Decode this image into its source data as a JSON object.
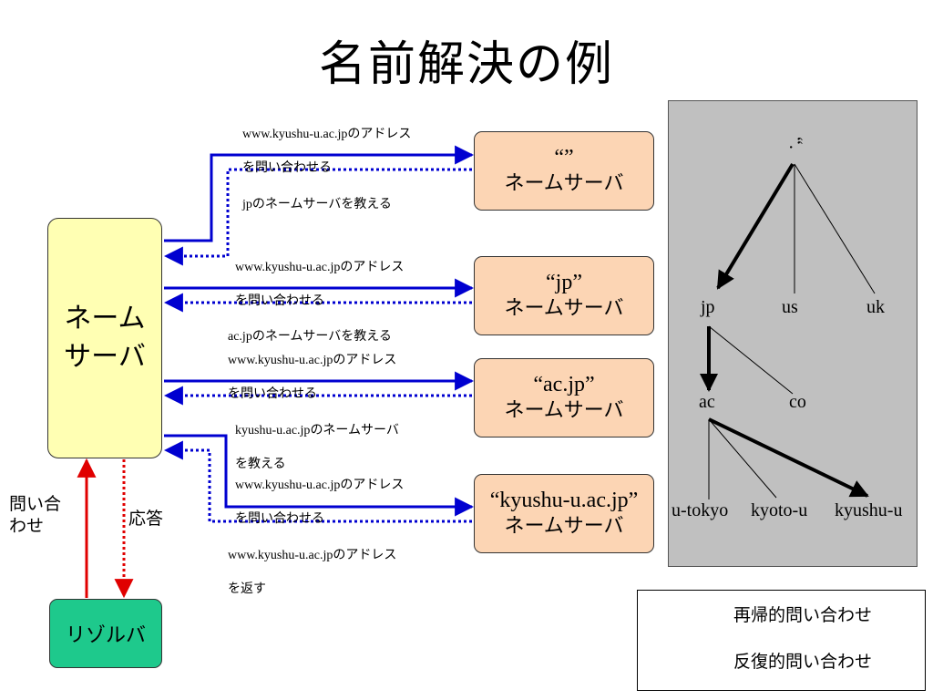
{
  "title": "名前解決の例",
  "name_server_main": {
    "line1": "ネーム",
    "line2": "サーバ"
  },
  "resolver": {
    "label": "リゾルバ"
  },
  "servers": [
    {
      "quote": "“”",
      "label": "ネームサーバ"
    },
    {
      "quote": "“jp”",
      "label": "ネームサーバ"
    },
    {
      "quote": "“ac.jp”",
      "label": "ネームサーバ"
    },
    {
      "quote": "“kyushu-u.ac.jp”",
      "label": "ネームサーバ"
    }
  ],
  "messages": [
    {
      "a": "www.kyushu-u.ac.jp",
      "b": "のアドレス",
      "c": "を問い合わせる"
    },
    {
      "a": "jp",
      "b": "のネームサーバを教える",
      "c": ""
    },
    {
      "a": "www.kyushu-u.ac.jp",
      "b": "のアドレス",
      "c": "を問い合わせる"
    },
    {
      "a": "ac.jp",
      "b": "のネームサーバを教える",
      "c": ""
    },
    {
      "a": "www.kyushu-u.ac.jp",
      "b": "のアドレス",
      "c": "を問い合わせる"
    },
    {
      "a": "kyushu-u.ac.jp",
      "b": "のネームサーバ",
      "c": "を教える"
    },
    {
      "a": "www.kyushu-u.ac.jp",
      "b": "のアドレス",
      "c": "を問い合わせる"
    },
    {
      "a": "www.kyushu-u.ac.jp",
      "b": "のアドレス",
      "c": "を返す"
    }
  ],
  "side_labels": {
    "query": "問い合\nわせ",
    "answer": "応答"
  },
  "tree": {
    "root": "“.",
    "nodes": {
      "jp": "jp",
      "us": "us",
      "uk": "uk",
      "ac": "ac",
      "co": "co",
      "utokyo": "u-tokyo",
      "kyotou": "kyoto-u",
      "kyushuu": "kyushu-u"
    }
  },
  "legend": {
    "recursive": "再帰的問い合わせ",
    "iterative": "反復的問い合わせ"
  },
  "colors": {
    "recursive": "#e00000",
    "iterative": "#0000d0",
    "server_fill": "#fcd5b4",
    "ns_fill": "#ffffb3",
    "resolver_fill": "#1ec98c",
    "tree_bg": "#c0c0c0"
  }
}
